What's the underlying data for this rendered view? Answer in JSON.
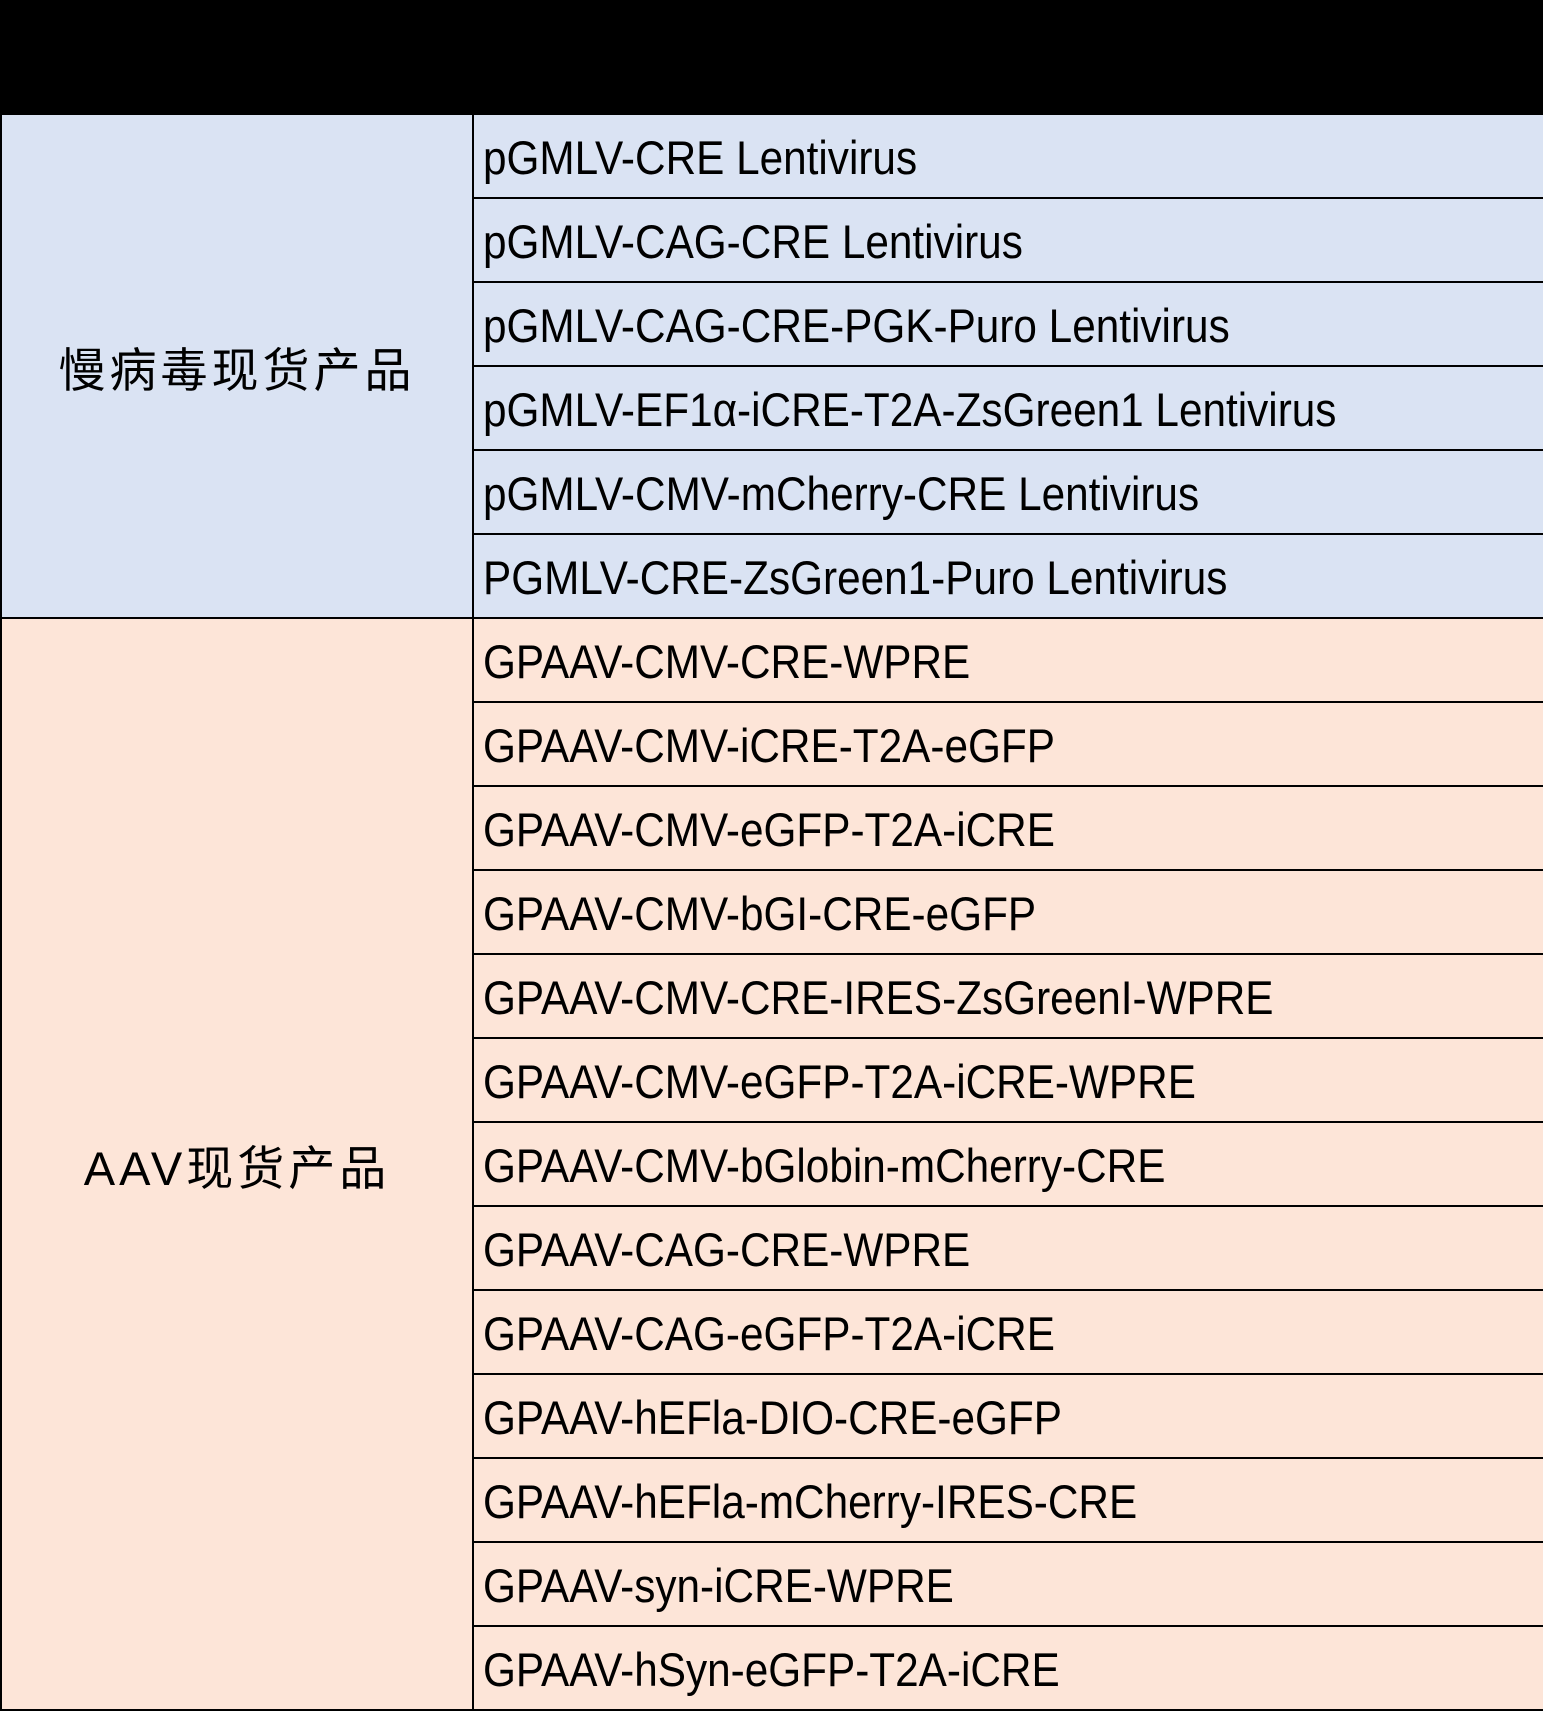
{
  "colors": {
    "header_band": "#000000",
    "lentivirus_fill": "#DAE3F3",
    "aav_fill": "#FDE5D8",
    "border": "#000000"
  },
  "table": {
    "groups": [
      {
        "label": "慢病毒现货产品",
        "items": [
          "pGMLV-CRE Lentivirus",
          "pGMLV-CAG-CRE Lentivirus",
          "pGMLV-CAG-CRE-PGK-Puro Lentivirus",
          "pGMLV-EF1α-iCRE-T2A-ZsGreen1 Lentivirus",
          "pGMLV-CMV-mCherry-CRE Lentivirus",
          "PGMLV-CRE-ZsGreen1-Puro Lentivirus"
        ]
      },
      {
        "label": "AAV现货产品",
        "items": [
          "GPAAV-CMV-CRE-WPRE",
          "GPAAV-CMV-iCRE-T2A-eGFP",
          "GPAAV-CMV-eGFP-T2A-iCRE",
          "GPAAV-CMV-bGI-CRE-eGFP",
          "GPAAV-CMV-CRE-IRES-ZsGreenI-WPRE",
          "GPAAV-CMV-eGFP-T2A-iCRE-WPRE",
          "GPAAV-CMV-bGlobin-mCherry-CRE",
          "GPAAV-CAG-CRE-WPRE",
          "GPAAV-CAG-eGFP-T2A-iCRE",
          "GPAAV-hEFla-DIO-CRE-eGFP",
          "GPAAV-hEFla-mCherry-IRES-CRE",
          "GPAAV-syn-iCRE-WPRE",
          "GPAAV-hSyn-eGFP-T2A-iCRE"
        ]
      }
    ]
  }
}
